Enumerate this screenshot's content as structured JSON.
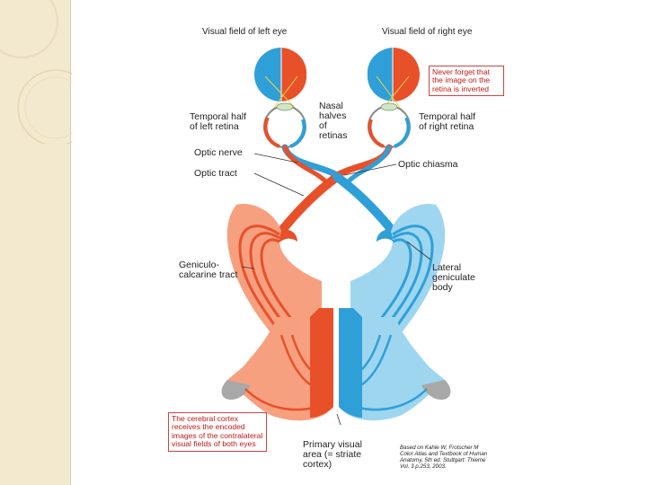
{
  "labels": {
    "field_left": "Visual field of left eye",
    "field_right": "Visual field of right eye",
    "temporal_left": "Temporal half\nof left retina",
    "nasal": "Nasal\nhalves\nof\nretinas",
    "temporal_right": "Temporal half\nof right retina",
    "optic_nerve": "Optic nerve",
    "optic_chiasma": "Optic chiasma",
    "optic_tract": "Optic tract",
    "geniculo": "Geniculo-\ncalcarine tract",
    "lateral": "Lateral\ngeniculate\nbody",
    "primary": "Primary visual\narea (= striate\ncortex)"
  },
  "notes": {
    "inverted": "Never forget that\nthe image on the\nretina is inverted",
    "cortex": "The cerebral cortex\nreceives the encoded\nimages of the contralateral\nvisual fields of both eyes",
    "credit": "Based on Kahle W, Frotscher M\nColor Atlas and Textbook of Human\nAnatomy, 5th ed. Stuttgart: Thieme\nVol. 3 p.253, 2003."
  },
  "colors": {
    "left_red": "#e8502a",
    "left_light": "#f7a080",
    "right_blue": "#2f9fd8",
    "right_light": "#9ed6f0",
    "cortex_gray": "#a8a8a8",
    "sidebar": "#f3e9cf",
    "note_red": "#c21818"
  }
}
